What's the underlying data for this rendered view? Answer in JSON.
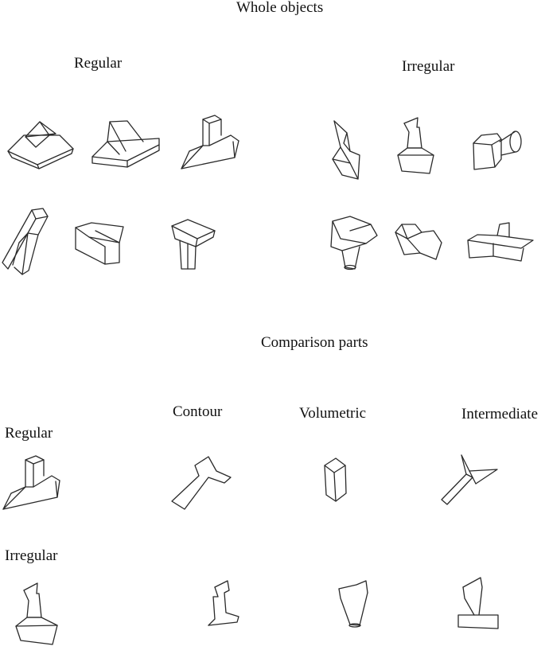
{
  "whole_objects": {
    "heading": "Whole objects",
    "regular_label": "Regular",
    "irregular_label": "Irregular",
    "regular_figures": [
      "regular-object-1-icon",
      "regular-object-2-icon",
      "regular-object-3-icon",
      "regular-object-4-icon",
      "regular-object-5-icon",
      "regular-object-6-icon"
    ],
    "irregular_figures": [
      "irregular-object-1-icon",
      "irregular-object-2-icon",
      "irregular-object-3-icon",
      "irregular-object-4-icon",
      "irregular-object-5-icon",
      "irregular-object-6-icon"
    ]
  },
  "comparison_parts": {
    "heading": "Comparison parts",
    "columns": [
      "Contour",
      "Volumetric",
      "Intermediate"
    ],
    "rows": [
      "Regular",
      "Irregular"
    ]
  },
  "line_color": "#2a2a2a"
}
